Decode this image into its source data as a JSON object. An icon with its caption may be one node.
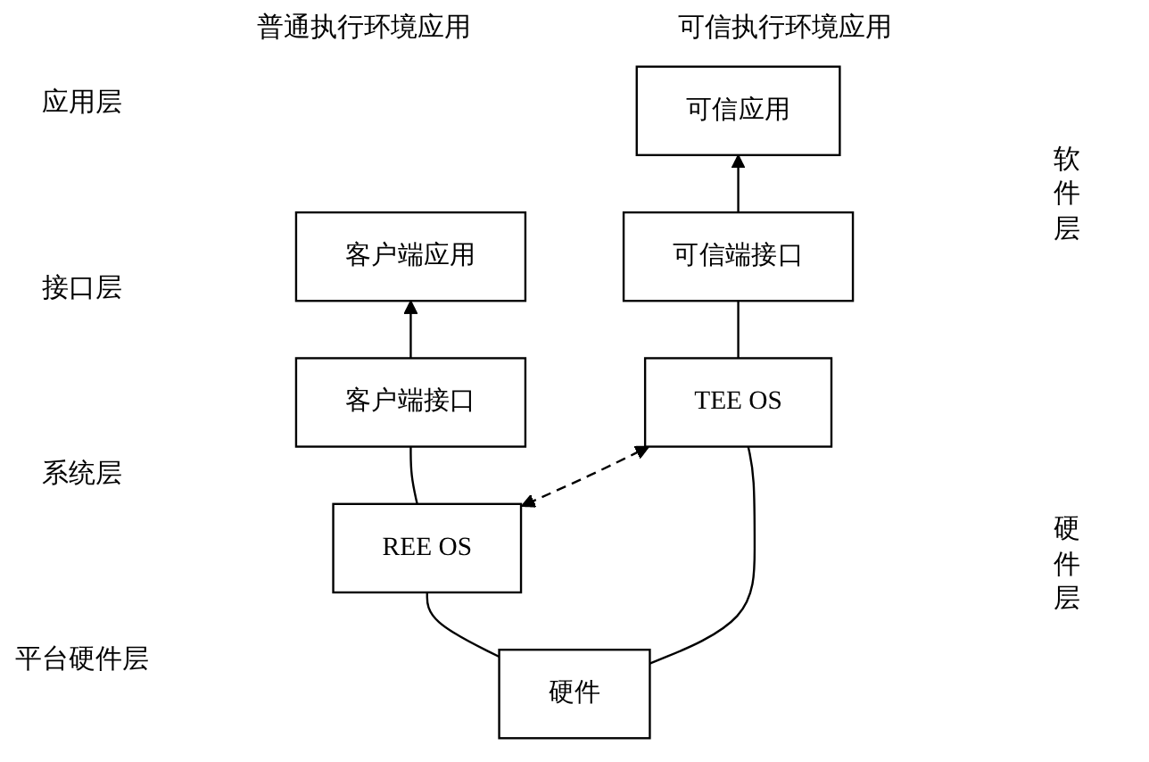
{
  "diagram": {
    "nodes": [
      {
        "text": [
          "客户端应用"
        ]
      },
      {
        "text": [
          "可信应用"
        ]
      },
      {
        "text": [
          "客户端接口"
        ]
      },
      {
        "text": [
          "可信端接口"
        ]
      },
      {
        "text": [
          "REE OS"
        ]
      },
      {
        "text": [
          "TEE OS"
        ]
      },
      {
        "text": [
          "硬件"
        ]
      }
    ],
    "edges": [
      {
        "from": 2,
        "to": 0,
        "arrow": "to"
      },
      {
        "from": 3,
        "to": 1,
        "arrow": "to"
      },
      {
        "from": 4,
        "to": 2,
        "arrow": "none"
      },
      {
        "from": 5,
        "to": 3,
        "arrow": "none"
      },
      {
        "from": 4,
        "to": 5,
        "arrow": "both",
        "style": "dashed"
      },
      {
        "from": 6,
        "to": 4,
        "arrow": "none"
      },
      {
        "from": 6,
        "to": 5,
        "arrow": "none"
      }
    ],
    "labels": [
      "普通执行环境应用",
      "可信执行环境应用",
      "应用层",
      "接口层",
      "系统层",
      "平台硬件层",
      "软件层",
      "硬件层"
    ]
  }
}
